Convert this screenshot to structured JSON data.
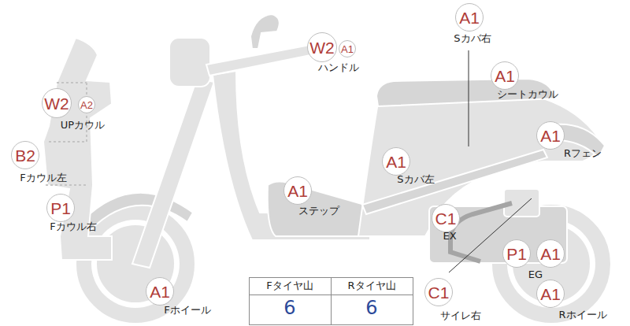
{
  "diagram": {
    "nodes": [
      {
        "text": [
          "A1"
        ]
      },
      {
        "text": [
          "W2"
        ]
      },
      {
        "text": [
          "A1"
        ]
      },
      {
        "text": [
          "A1"
        ]
      },
      {
        "text": [
          "W2"
        ]
      },
      {
        "text": [
          "A2"
        ]
      },
      {
        "text": [
          "A1"
        ]
      },
      {
        "text": [
          "B2"
        ]
      },
      {
        "text": [
          "A1"
        ]
      },
      {
        "text": [
          "A1"
        ]
      },
      {
        "text": [
          "P1"
        ]
      },
      {
        "text": [
          "C1"
        ]
      },
      {
        "text": [
          "P1"
        ]
      },
      {
        "text": [
          "A1"
        ]
      },
      {
        "text": [
          "A1"
        ]
      },
      {
        "text": [
          "C1"
        ]
      },
      {
        "text": [
          "A1"
        ]
      }
    ],
    "labels": [
      "Sカバ右",
      "ハンドル",
      "シートカウル",
      "UPカウル",
      "Rフェン",
      "Fカウル左",
      "Sカバ左",
      "ステップ",
      "Fカウル右",
      "EX",
      "EG",
      "Fタイヤ山",
      "Rタイヤ山",
      "6",
      "6",
      "Fホイール",
      "サイレ右",
      "Rホイール"
    ]
  }
}
